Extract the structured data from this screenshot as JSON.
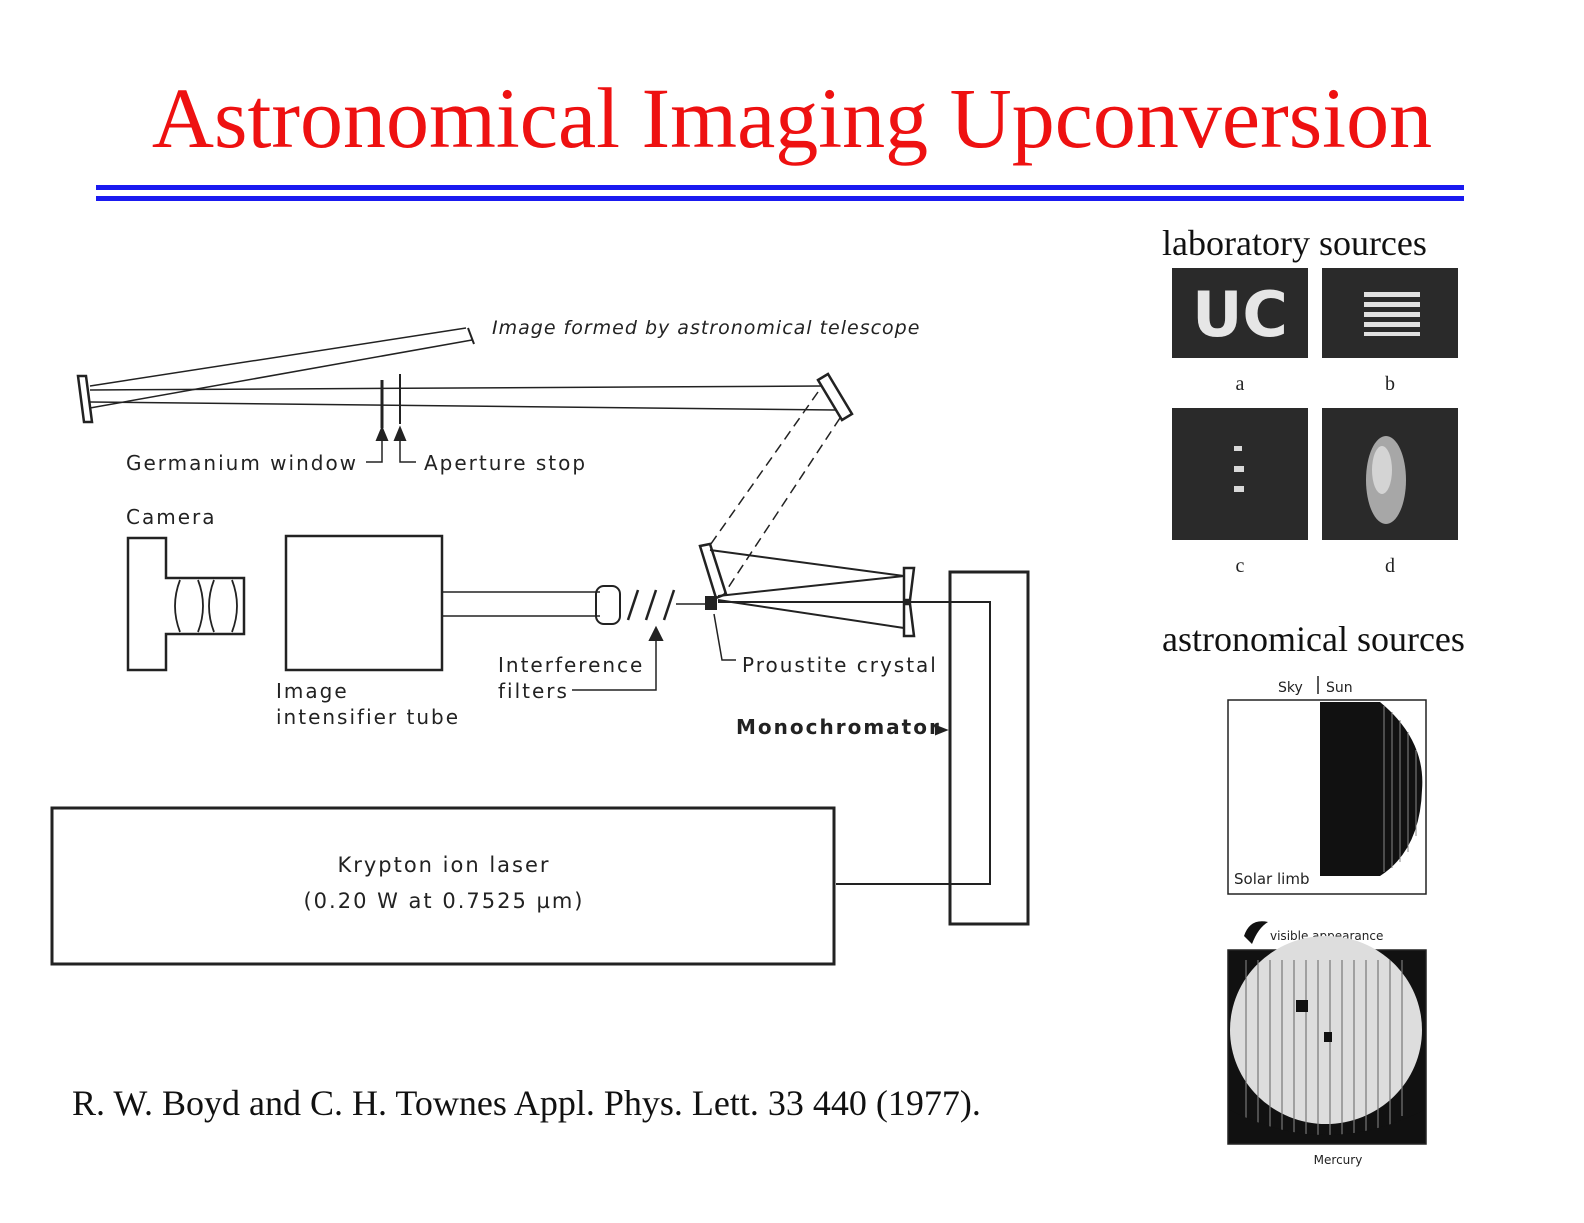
{
  "title": "Astronomical Imaging Upconversion",
  "colors": {
    "title": "#ee1111",
    "rule": "#1a1af0"
  },
  "diagram": {
    "labels": {
      "image_formed": "Image formed by astronomical telescope",
      "germanium_window": "Germanium window",
      "aperture_stop": "Aperture stop",
      "camera": "Camera",
      "image_intensifier_1": "Image",
      "image_intensifier_2": "intensifier tube",
      "interference_1": "Interference",
      "interference_2": "filters",
      "proustite": "Proustite crystal",
      "monochromator": "Monochromator",
      "laser_1": "Krypton ion laser",
      "laser_2": "(0.20 W at 0.7525 µm)"
    }
  },
  "lab": {
    "heading": "laboratory sources",
    "panels": [
      {
        "label": "a",
        "content": "UC"
      },
      {
        "label": "b"
      },
      {
        "label": "c"
      },
      {
        "label": "d"
      }
    ]
  },
  "astro": {
    "heading": "astronomical sources",
    "sun": {
      "top_left": "Sky",
      "top_right": "Sun",
      "bottom": "Solar limb"
    },
    "mercury": {
      "top": "visible appearance",
      "bottom": "Mercury"
    }
  },
  "citation": "R. W. Boyd and C. H. Townes Appl. Phys. Lett. 33 440 (1977)."
}
